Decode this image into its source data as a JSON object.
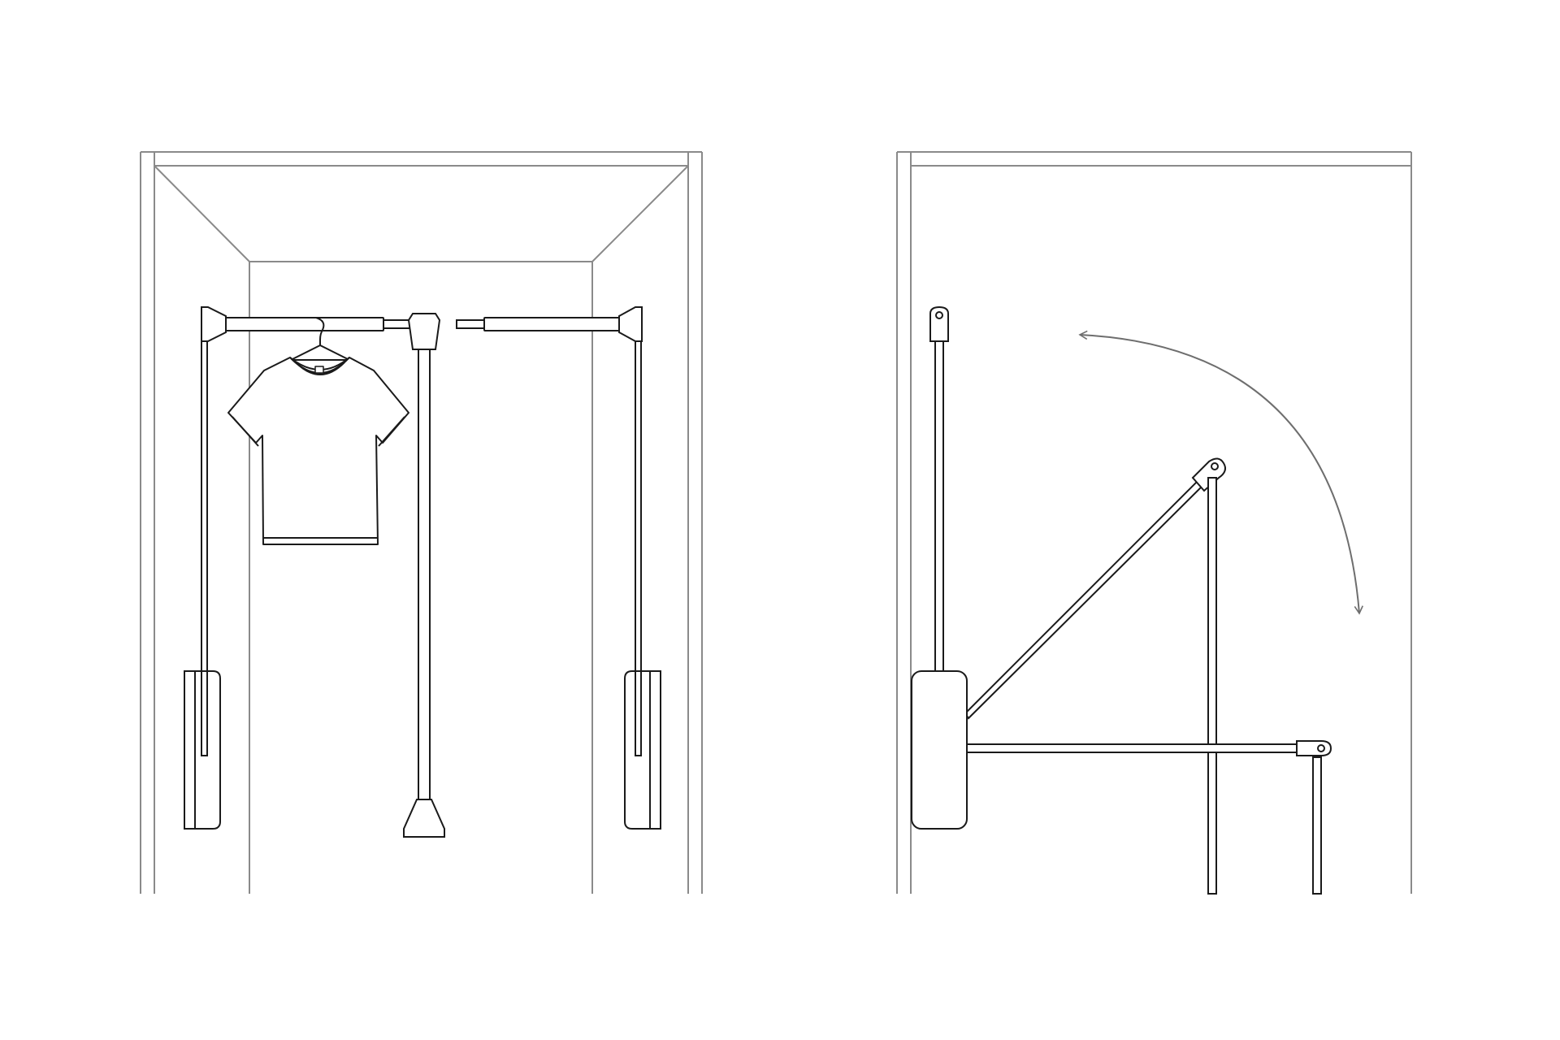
{
  "diagram": {
    "colors": {
      "background": "#ffffff",
      "cabinet_line": "#8a8a8a",
      "mechanism_line": "#1a1a1a",
      "mechanism_fill": "#ffffff",
      "motion_arrow": "#6e6e6e"
    },
    "panels": [
      {
        "id": "front-view",
        "parts": [
          "wardrobe-frame",
          "pull-down-rail",
          "center-handle-pole",
          "side-arm-left",
          "side-arm-right",
          "counterbalance-housing-left",
          "counterbalance-housing-right",
          "hanger",
          "t-shirt"
        ]
      },
      {
        "id": "side-view",
        "parts": [
          "wardrobe-frame",
          "vertical-arm-stowed",
          "diagonal-arm-swinging",
          "horizontal-arm-lowered",
          "counterbalance-housing",
          "motion-arrow"
        ]
      }
    ]
  }
}
